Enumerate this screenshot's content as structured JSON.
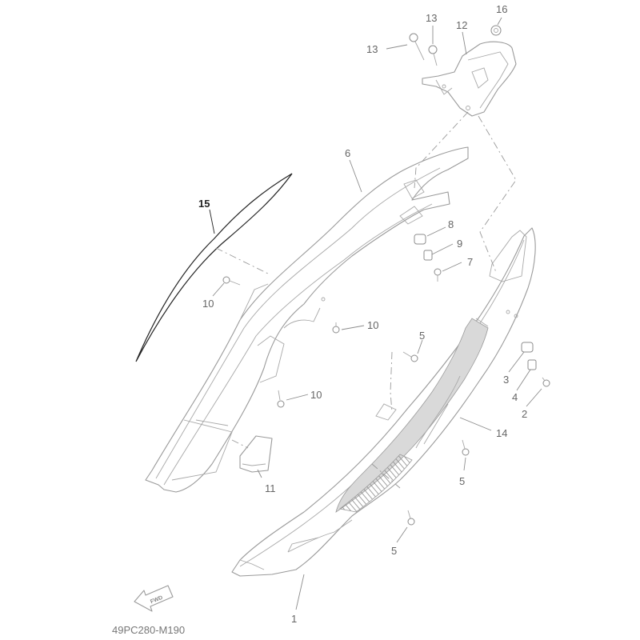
{
  "diagram": {
    "code": "49PC280-M190",
    "fwd_label": "FWD",
    "callouts": [
      "1",
      "2",
      "3",
      "4",
      "5",
      "5",
      "5",
      "5",
      "6",
      "7",
      "8",
      "9",
      "10",
      "10",
      "10",
      "10",
      "11",
      "12",
      "13",
      "13",
      "14",
      "15",
      "16"
    ]
  }
}
